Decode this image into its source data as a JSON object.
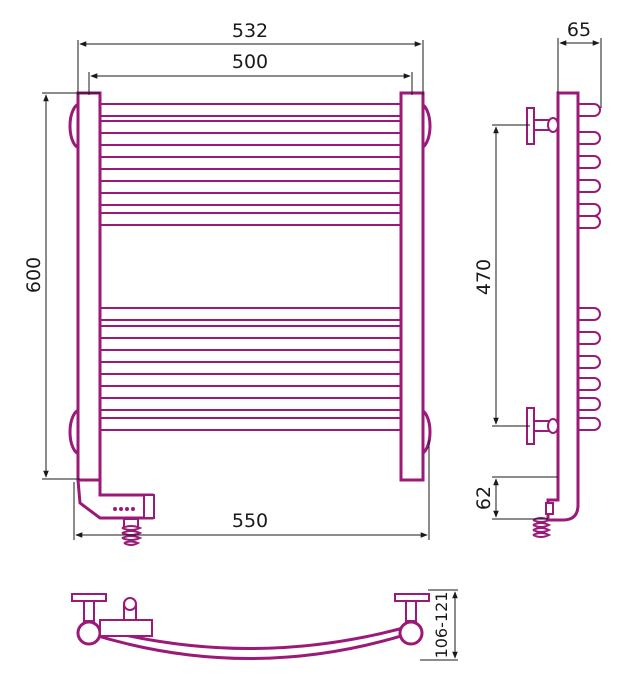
{
  "colors": {
    "outline": "#9b1a78",
    "dimension": "#1a1a1a",
    "background": "#ffffff"
  },
  "front_view": {
    "dim_outer_width": "532",
    "dim_axis_width": "500",
    "dim_height": "600",
    "dim_bottom_width": "550"
  },
  "side_view": {
    "dim_depth": "65",
    "dim_mount_distance": "470",
    "dim_bottom_offset": "62"
  },
  "top_view": {
    "dim_wall_distance": "106-121"
  }
}
